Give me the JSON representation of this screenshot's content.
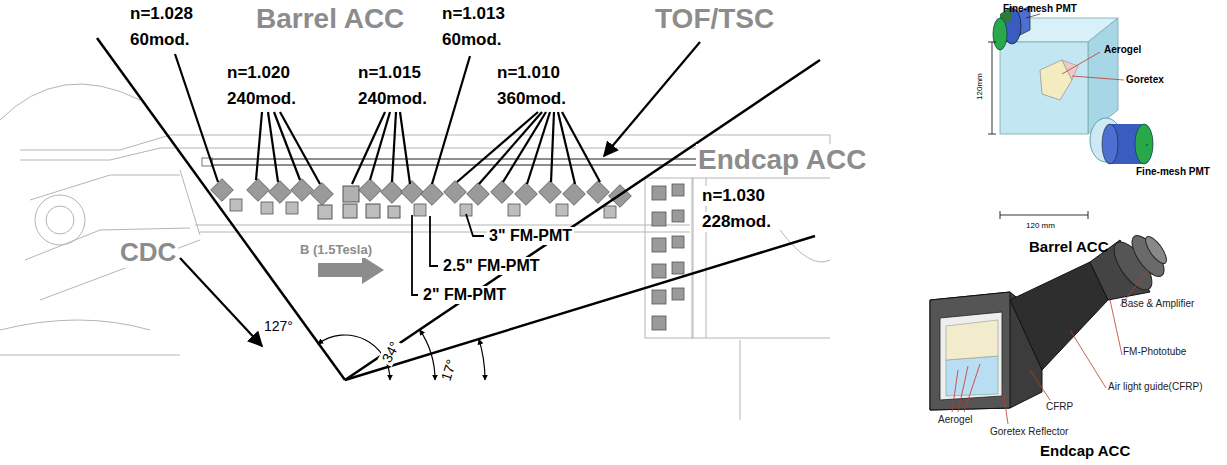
{
  "diagram": {
    "labels": [
      "n=1.028",
      "60mod.",
      "Barrel ACC",
      "n=1.013",
      "60mod.",
      "TOF/TSC",
      "n=1.020",
      "240mod.",
      "n=1.015",
      "240mod.",
      "n=1.010",
      "360mod.",
      "Endcap ACC",
      "n=1.030",
      "228mod.",
      "CDC",
      "B (1.5Tesla)",
      "3\" FM-PMT",
      "2.5\" FM-PMT",
      "2\" FM-PMT",
      "127°",
      "34°",
      "17°",
      "Fine-mesh PMT",
      "Aerogel",
      "Goretex",
      "Fine-mesh PMT",
      "120mm",
      "120 mm",
      "Barrel ACC",
      "Base & Amplifier",
      "FM-Phototube",
      "Air light guide(CFRP)",
      "Aerogel",
      "Goretex Reflector",
      "CFRP",
      "Endcap ACC"
    ]
  }
}
